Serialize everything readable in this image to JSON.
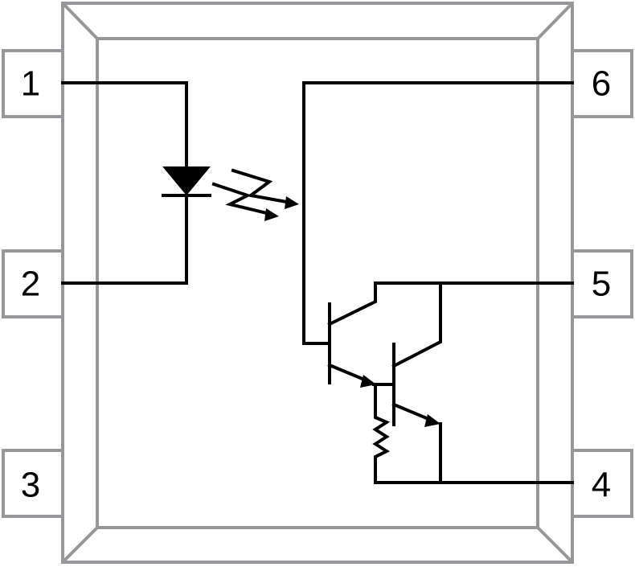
{
  "colors": {
    "package": "#97979b",
    "wire": "#000000"
  },
  "pins": {
    "p1": "1",
    "p2": "2",
    "p3": "3",
    "p4": "4",
    "p5": "5",
    "p6": "6"
  }
}
